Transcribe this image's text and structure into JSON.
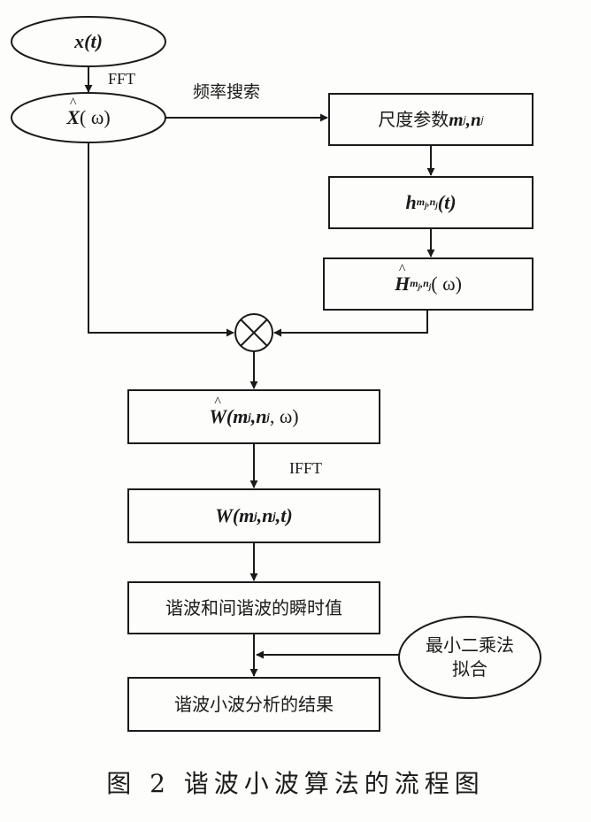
{
  "nodes": {
    "input_signal": "x(t)",
    "spectrum": "X̂(ω)",
    "scale_params_prefix": "尺度参数",
    "wavelet_time": "h(t)",
    "wavelet_freq": "Ĥ(ω)",
    "multiplier_symbol": "⊗",
    "wavelet_coeff_freq": "Ŵ(m,n,ω)",
    "wavelet_coeff_time": "W(m,n,t)",
    "instant_values": "谐波和间谐波的瞬时值",
    "lsq_fit_line1": "最小二乘法",
    "lsq_fit_line2": "拟合",
    "result": "谐波小波分析的结果"
  },
  "edge_labels": {
    "fft": "FFT",
    "freq_search": "频率搜索",
    "ifft": "IFFT"
  },
  "caption": "图 2 谐波小波算法的流程图"
}
